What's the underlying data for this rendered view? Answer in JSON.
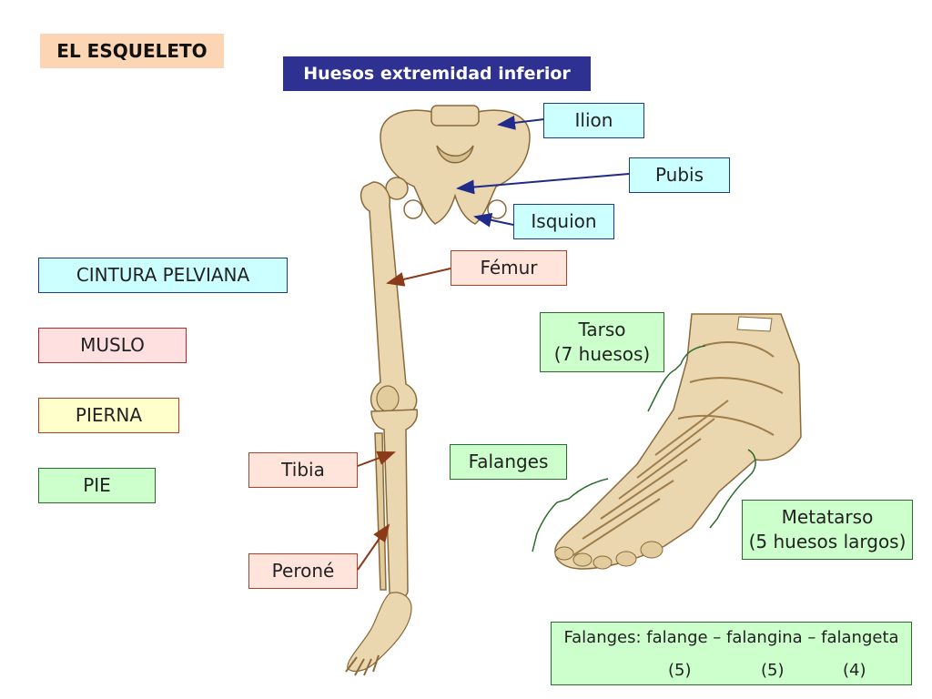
{
  "header": {
    "title": "EL ESQUELETO"
  },
  "subtitle": "Huesos extremidad inferior",
  "labels": {
    "ilion": "Ilion",
    "pubis": "Pubis",
    "isquion": "Isquion",
    "femur": "Fémur",
    "tibia": "Tibia",
    "perone": "Peroné",
    "tarso_line1": "Tarso",
    "tarso_line2": "(7 huesos)",
    "falanges": "Falanges",
    "metatarso_line1": "Metatarso",
    "metatarso_line2": "(5 huesos largos)"
  },
  "regions": {
    "cintura": "CINTURA PELVIANA",
    "muslo": "MUSLO",
    "pierna": "PIERNA",
    "pie": "PIE"
  },
  "falanges_note": {
    "text": "Falanges: falange – falangina – falangeta",
    "counts": [
      "(5)",
      "(5)",
      "(4)"
    ]
  },
  "colors": {
    "title_bg": "#fcd5b4",
    "subtitle_bg": "#2e3192",
    "bone": "#ead7b0",
    "arrow_blue": "#1f2a8a",
    "arrow_brown": "#8b3a1a"
  }
}
